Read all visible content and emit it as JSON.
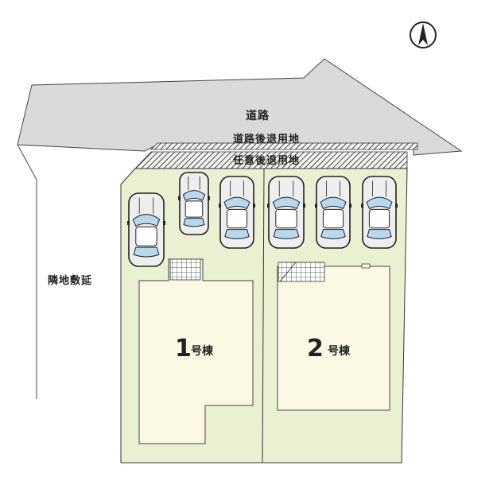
{
  "labels": {
    "road": "道路",
    "road_setback": "道路後退用地",
    "voluntary_setback": "任意後退用地",
    "neighbor_extension": "隣地敷延",
    "house1_number": "1",
    "house1_unit": "号棟",
    "house2_number": "2",
    "house2_unit": "号棟"
  },
  "compass": {
    "icon": "north-arrow-icon"
  },
  "colors": {
    "road": "#dadada",
    "lot": "#eaf1d3",
    "building": "#fbf9e4",
    "outline": "#333333",
    "hatch": "#555555",
    "car_body": "#eeeeee",
    "car_glass": "#b8d8f0"
  },
  "lots": [
    {
      "building_label": "1号棟"
    },
    {
      "building_label": "2号棟"
    }
  ],
  "parking": {
    "car_count": 6
  }
}
